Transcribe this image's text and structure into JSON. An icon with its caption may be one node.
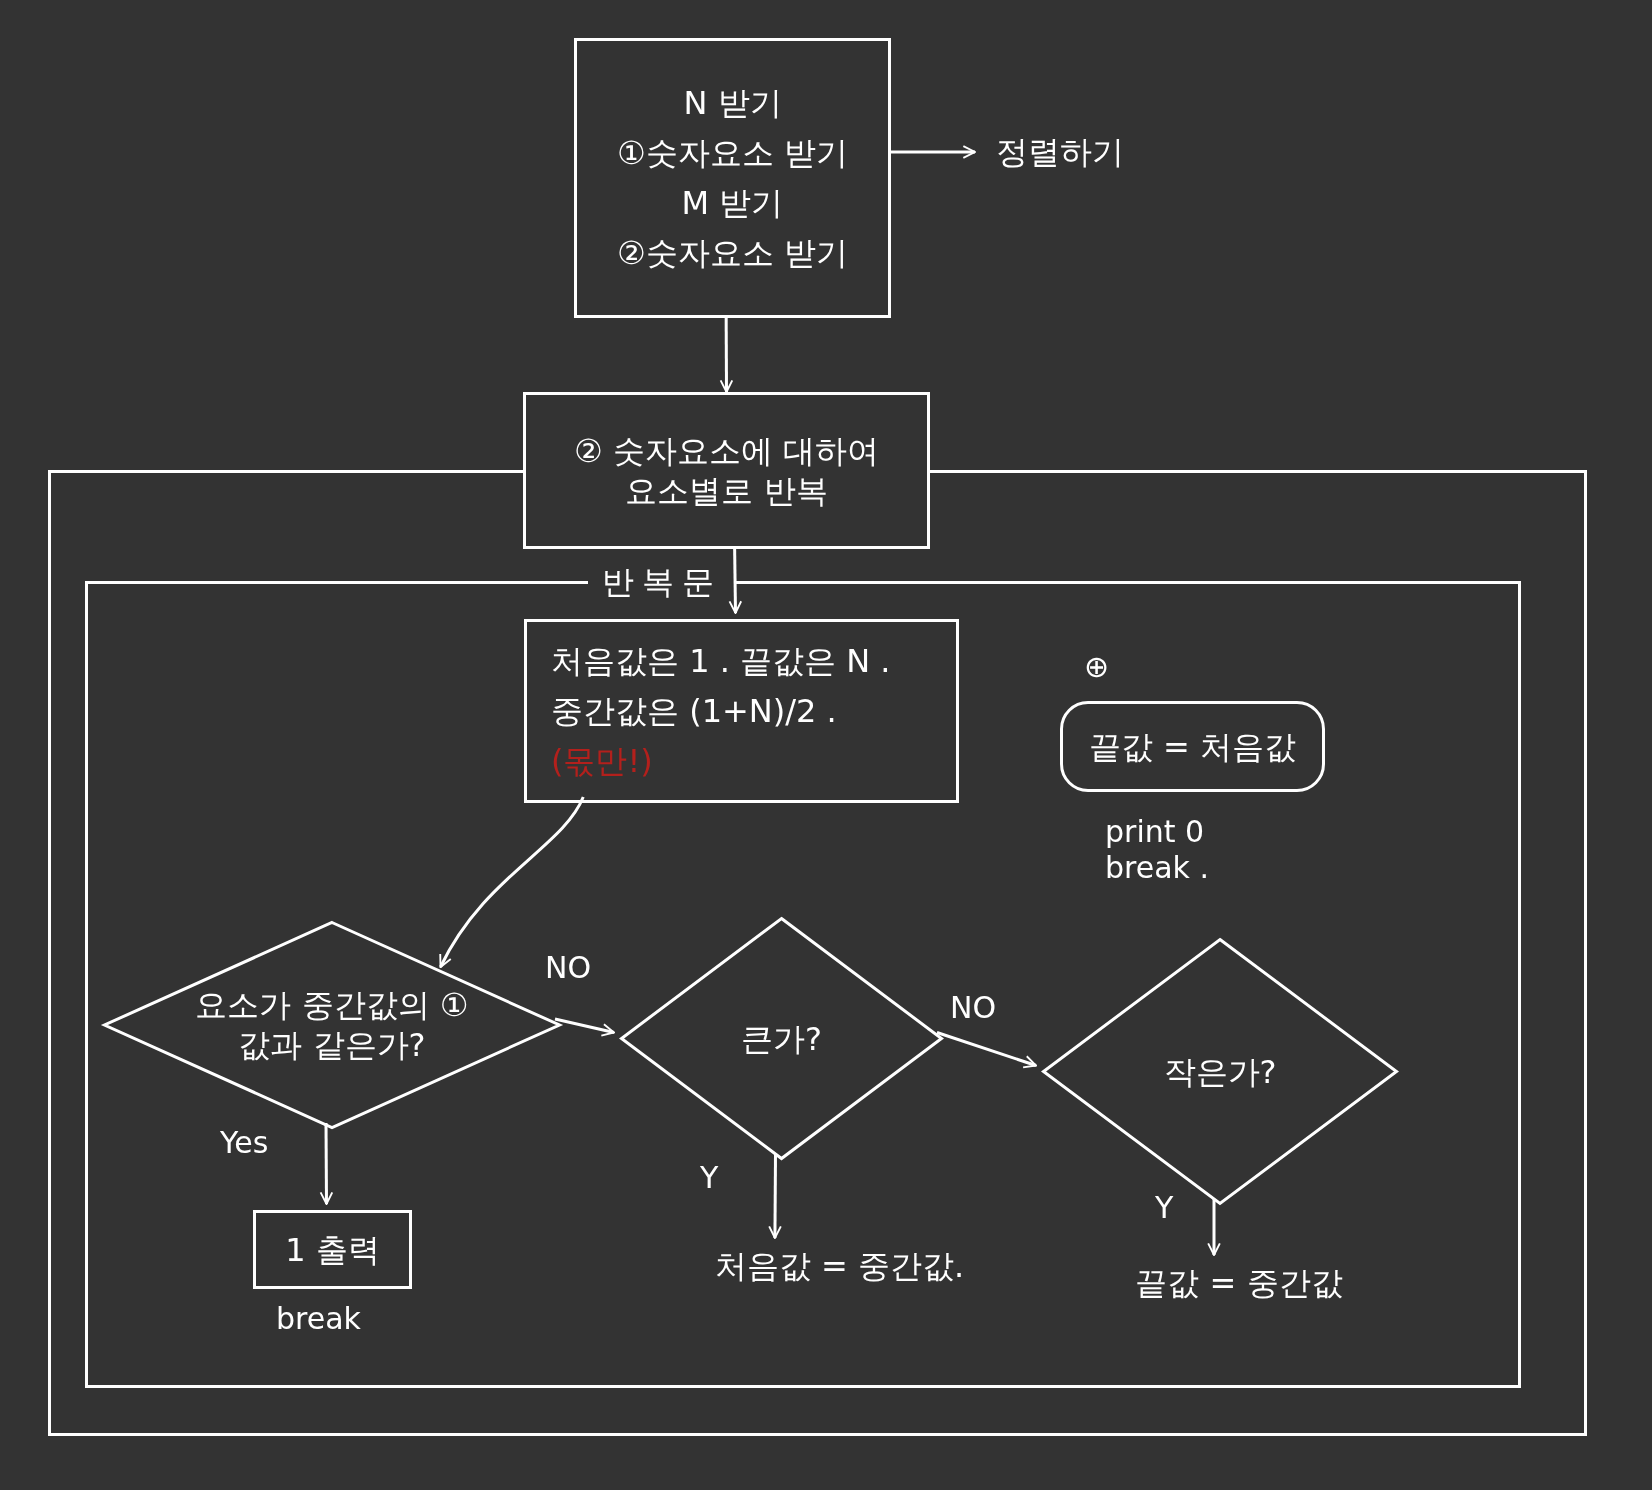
{
  "diagram": {
    "nodes": [
      {
        "text": [],
        "shape": "box"
      },
      {
        "text": [
          "N 받기",
          "①숫자요소 받기",
          "M 받기",
          "②숫자요소 받기"
        ]
      },
      {
        "text": [
          "정렬하기"
        ]
      },
      {
        "text": [
          "② 숫자요소에 대하여 요소별로 반복"
        ]
      },
      {
        "text": [
          "반복문"
        ],
        "in": 0
      },
      {
        "text": [
          "처음값은 1 . 끝값은 N .",
          "중간값은 (1+N)/2 .",
          "(몫만!)"
        ],
        "in": 4
      },
      {
        "text": [
          "끝값 = 처음값"
        ],
        "in": 4,
        "beside": [
          "⊕",
          "print 0 break ."
        ]
      },
      {
        "text": [
          "요소가 중간값의 ①값과 같은가?"
        ],
        "in": 4
      },
      {
        "text": [
          "큰가?"
        ],
        "in": 4
      },
      {
        "text": [
          "작은가?"
        ],
        "in": 4
      },
      {
        "text": [
          "1 출력"
        ],
        "in": 4,
        "beside": [
          "break"
        ]
      },
      {
        "text": [
          "처음값 = 중간값."
        ],
        "in": 4
      },
      {
        "text": [
          "끝값 = 중간값"
        ],
        "in": 4
      }
    ],
    "edges": [
      {
        "from": 1,
        "to": 2,
        "arrow": "to"
      },
      {
        "from": 1,
        "to": 3,
        "arrow": "to"
      },
      {
        "from": 3,
        "to": 5,
        "arrow": "to"
      },
      {
        "from": 5,
        "to": 7,
        "arrow": "to"
      },
      {
        "from": 7,
        "to": 8,
        "arrow": "to",
        "label": "NO"
      },
      {
        "from": 8,
        "to": 9,
        "arrow": "to",
        "label": "NO"
      },
      {
        "from": 7,
        "to": 10,
        "arrow": "to",
        "label": "Yes"
      },
      {
        "from": 8,
        "to": 11,
        "arrow": "to",
        "label": "Y"
      },
      {
        "from": 9,
        "to": 12,
        "arrow": "to",
        "label": "Y"
      }
    ]
  }
}
